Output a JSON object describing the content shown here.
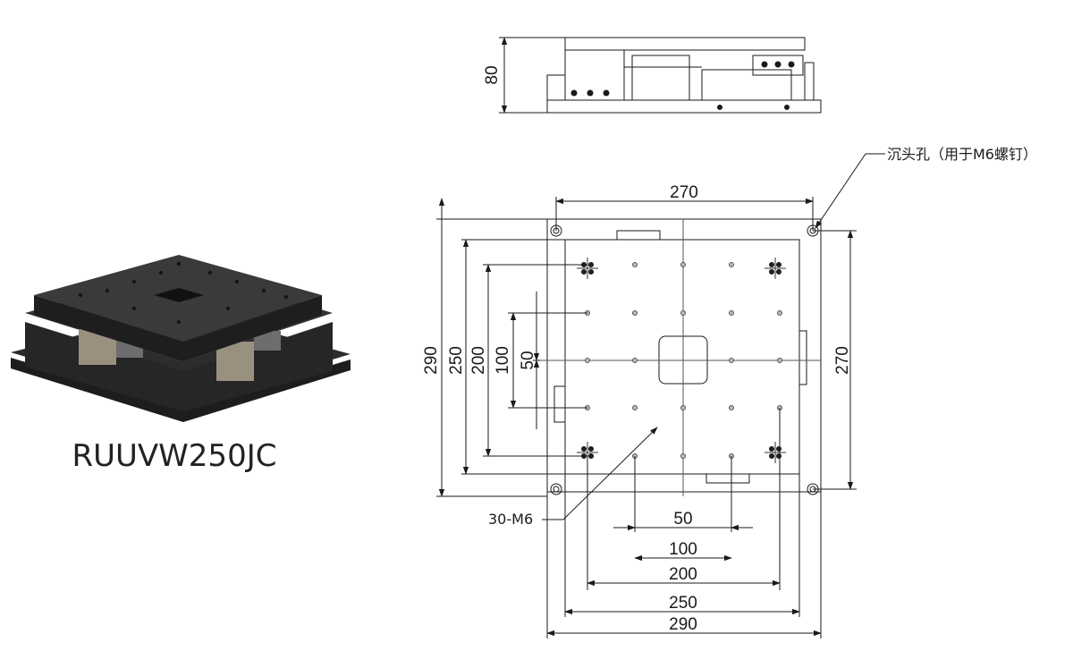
{
  "product": {
    "model": "RUUVW250JC"
  },
  "side_view": {
    "height_dim": "80"
  },
  "top_view": {
    "width_dims": {
      "d270_top": "270",
      "d50": "50",
      "d100": "100",
      "d200": "200",
      "d250": "250",
      "d290": "290"
    },
    "height_dims": {
      "d290": "290",
      "d250": "250",
      "d200": "200",
      "d100": "100",
      "d50": "50",
      "d270_right": "270"
    },
    "callouts": {
      "counterbore": "沉头孔（用于M6螺钉）",
      "tapped_holes": "30-M6"
    }
  },
  "colors": {
    "line": "#1a1a1a",
    "stage_body": "#2b2b2b",
    "stage_top": "#3a3a3a"
  },
  "icons": {
    "product_render": "xy-stage-render"
  }
}
